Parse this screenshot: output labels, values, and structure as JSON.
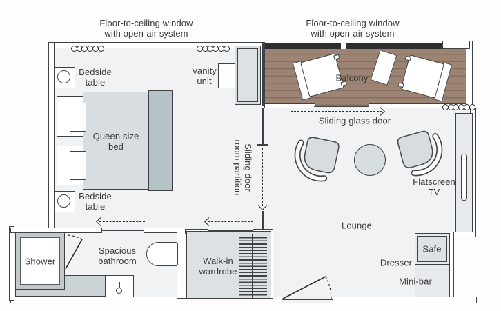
{
  "colors": {
    "floor": "#f0f2f3",
    "wall": "#3f4144",
    "furniture": "#d8dde1",
    "furniture_dark": "#b6c2c8",
    "balcony_wood": "#9c8373",
    "balcony_wood_line": "#85705f",
    "text": "#3a3a3a"
  },
  "annotations": {
    "window_left": "Floor-to-ceiling window\nwith open-air system",
    "window_right": "Floor-to-ceiling window\nwith open-air system",
    "sliding_glass_door": "Sliding glass door",
    "partition": "Sliding door\nroom partition"
  },
  "rooms": {
    "bedroom": {
      "bed": "Queen size\nbed",
      "bedside_top": "Bedside\ntable",
      "bedside_bottom": "Bedside\ntable",
      "vanity": "Vanity\nunit"
    },
    "balcony": {
      "label": "Balcony"
    },
    "lounge": {
      "label": "Lounge",
      "tv": "Flatscreen\nTV",
      "safe": "Safe",
      "dresser": "Dresser",
      "minibar": "Mini-bar"
    },
    "bathroom": {
      "label": "Spacious\nbathroom",
      "shower": "Shower"
    },
    "wardrobe": {
      "label": "Walk-in\nwardrobe"
    }
  }
}
